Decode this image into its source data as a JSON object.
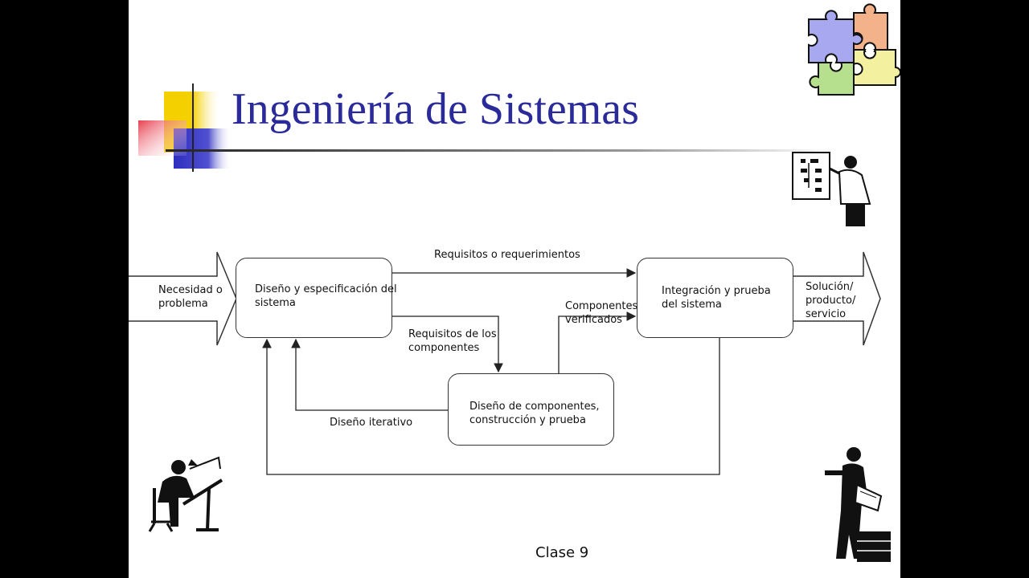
{
  "slide": {
    "title": "Ingeniería de Sistemas",
    "footer": "Clase 9"
  },
  "diagram": {
    "input_arrow": "Necesidad o\nproblema",
    "output_arrow": "Solución/\nproducto/\nservicio",
    "nodes": {
      "design_spec": "Diseño y especificación del\nsistema",
      "integration": "Integración y prueba\ndel sistema",
      "components": "Diseño de componentes,\nconstrucción y prueba"
    },
    "edges": {
      "requirements": "Requisitos o requerimientos",
      "component_requirements": "Requisitos de los\ncomponentes",
      "verified_components": "Componentes\nverificados",
      "iterative_design": "Diseño iterativo"
    }
  },
  "colors": {
    "title": "#2a2a9a",
    "deco_yellow": "#f5d000",
    "deco_red": "#e04050",
    "deco_blue": "#3030c0"
  },
  "icons": [
    "puzzle-icon",
    "presenter-icon",
    "drafter-icon",
    "worker-icon"
  ]
}
